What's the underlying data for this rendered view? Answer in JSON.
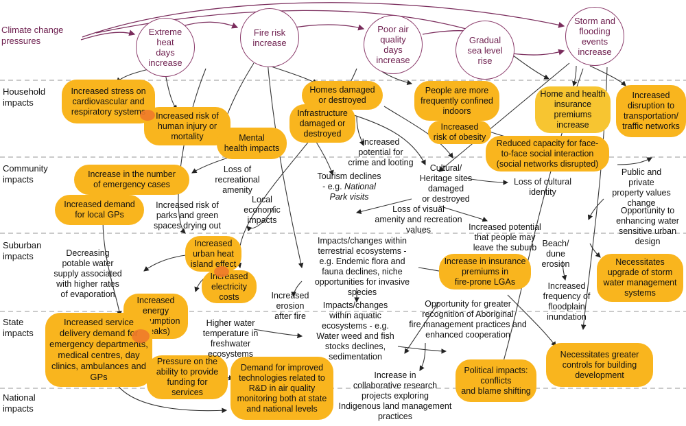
{
  "pressures": {
    "label": "Climate change\npressures",
    "items": [
      "Extreme\nheat\ndays\nincrease",
      "Fire risk\nincrease",
      "Poor air\nquality\ndays\nincrease",
      "Gradual\nsea level\nrise",
      "Storm and\nflooding\nevents\nincrease"
    ]
  },
  "levels": [
    "Household\nimpacts",
    "Community\nimpacts",
    "Suburban\nimpacts",
    "State\nimpacts",
    "National\nimpacts"
  ],
  "highlighted": [
    "Increased stress on\ncardiovascular and\nrespiratory systems",
    "Increased risk of\nhuman injury or\nmortality",
    "Mental\nhealth impacts",
    "Homes damaged\nor destroyed",
    "Infrastructure\ndamaged or\ndestroyed",
    "People are more\nfrequently confined\nindoors",
    "Increased\nrisk of obesity",
    "Home and health\ninsurance\npremiums\nincrease",
    "Increased\ndisruption to\ntransportation/\ntraffic networks",
    "Reduced capacity for face-\nto-face social interaction\n(social networks disrupted)",
    "Increase in the number\nof emergency cases",
    "Increased demand\nfor local GPs",
    "Increased\nurban heat\nisland effect",
    "Increased\nelectricity\ncosts",
    "Increased\nenergy\nconsumption\n(peaks)",
    "Increase in insurance\npremiums in\nfire-prone LGAs",
    "Necessitates\nupgrade of storm\nwater management\nsystems",
    "Increased service\ndelivery demand for\nemergency departments,\nmedical centres, day\nclinics, ambulances and\nGPs",
    "Pressure on the\nability to provide\nfunding for\nservices",
    "Demand for improved\ntechnologies related to\nR&D in air quality\nmonitoring both at state\nand national levels",
    "Political impacts:\nconflicts\nand blame shifting",
    "Necessitates greater\ncontrols for building\ndevelopment"
  ],
  "plain": [
    "Increased\npotential for\ncrime and looting",
    "Public and\nprivate\nproperty values\nchange",
    "Loss of\nrecreational\namenity",
    "Tourism declines\n- e.g.",
    "National\nPark visits",
    "Cultural/\nHeritage sites\ndamaged\nor destroyed",
    "Loss of cultural\nidentity",
    "Increased risk of\nparks and green\nspaces drying out",
    "Local\neconomic\nimpacts",
    "Loss of visual\namenity and recreation\nvalues",
    "Increased potential\nthat people may\nleave the suburb",
    "Opportunity to\nenhancing water\nsensitive urban\ndesign",
    "Decreasing\npotable water\nsupply associated\nwith higher rates\nof evaporation",
    "Impacts/changes within\nterrestrial ecosystems -\ne.g. Endemic flora and\nfauna declines, niche\nopportunities for invasive\nspecies",
    "Beach/\ndune\nerosion",
    "Increased\nfrequency of\nfloodplain\ninundation",
    "Increased\nerosion\nafter fire",
    "Impacts/changes\nwithin aquatic\necosystems - e.g.\nWater weed and fish\nstocks declines,\nsedimentation",
    "Opportunity for greater\nrecognition of Aboriginal\nfire management practices and\nenhanced cooperation",
    "Higher water\ntemperature in\nfreshwater\necosystems",
    "Increase in\ncollaborative research\nprojects exploring\nIndigenous land management\npractices"
  ],
  "colors": {
    "highlight": "#f9b51e",
    "pressure": "#6d1e4e",
    "divider": "#aaaaaa",
    "hotspot": "#ee7a2a"
  }
}
